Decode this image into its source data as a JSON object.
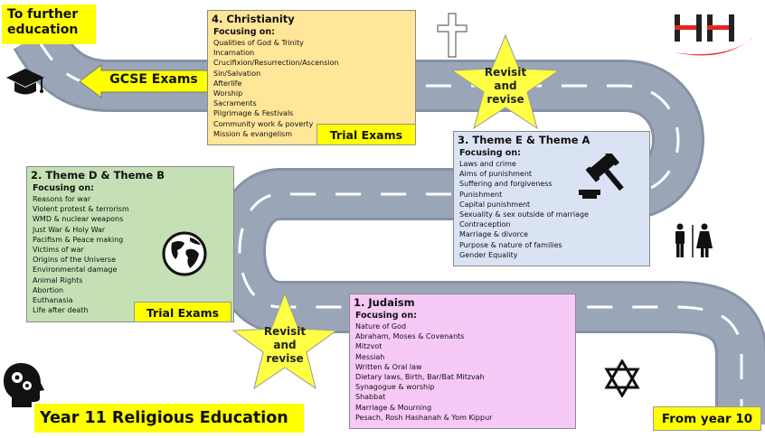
{
  "header": {
    "destination": "To further education",
    "gcse": "GCSE Exams",
    "course_title": "Year 11 Religious Education",
    "start": "From year 10"
  },
  "topics": [
    {
      "title": "1.  Judaism",
      "focus": "Focusing on:",
      "items": [
        "Nature of God",
        "Abraham, Moses & Covenants",
        "Mitzvot",
        "Messiah",
        "Written & Oral law",
        "Dietary laws, Birth, Bar/Bat Mitzvah",
        "Synagogue & worship",
        "Shabbat",
        "Marriage & Mourning",
        "Pesach, Rosh Hashanah & Yom Kippur"
      ]
    },
    {
      "title": "2. Theme D & Theme B",
      "focus": "Focusing on:",
      "items": [
        "Reasons for war",
        "Violent protest & terrorism",
        "WMD & nuclear weapons",
        "Just War & Holy War",
        "Pacifism & Peace making",
        "Victims of war",
        "Origins of the Universe",
        "Environmental damage",
        "Animal Rights",
        "Abortion",
        "Euthanasia",
        "Life after death"
      ],
      "badge": "Trial Exams"
    },
    {
      "title": "3. Theme E & Theme A",
      "focus": "Focusing on:",
      "items": [
        "Laws and crime",
        "Aims of punishment",
        "Suffering and forgiveness",
        "Punishment",
        "Capital punishment",
        "Sexuality & sex outside of marriage",
        "Contraception",
        "Marriage & divorce",
        "Purpose & nature of families",
        "Gender Equality"
      ]
    },
    {
      "title": "4.  Christianity",
      "focus": "Focusing on:",
      "items": [
        "Qualities of God & Trinity",
        "Incarnation",
        "Crucifixion/Resurrection/Ascension",
        "Sin/Salvation",
        "Afterlife",
        "Worship",
        "Sacraments",
        "Pilgrimage & Festivals",
        "Community work & poverty",
        "Mission & evangelism"
      ],
      "badge": "Trial Exams"
    }
  ],
  "revisit": [
    "Revisit",
    "and",
    "revise"
  ],
  "colors": {
    "road": "#9aa6b8",
    "road_edge": "#8592a6",
    "yellow": "#ffff00",
    "star": "#ffff44",
    "box_judaism": "#f7c9f7",
    "box_theme_db": "#c5e0b4",
    "box_theme_ea": "#dae3f3",
    "box_christianity": "#ffe699",
    "logo_red": "#e52521"
  },
  "icons": [
    "graduation-cap-icon",
    "cross-icon",
    "logo-icon",
    "globe-icon",
    "gavel-icon",
    "people-icon",
    "star-of-david-icon",
    "head-gears-icon",
    "arrow-icon",
    "star-icon"
  ]
}
